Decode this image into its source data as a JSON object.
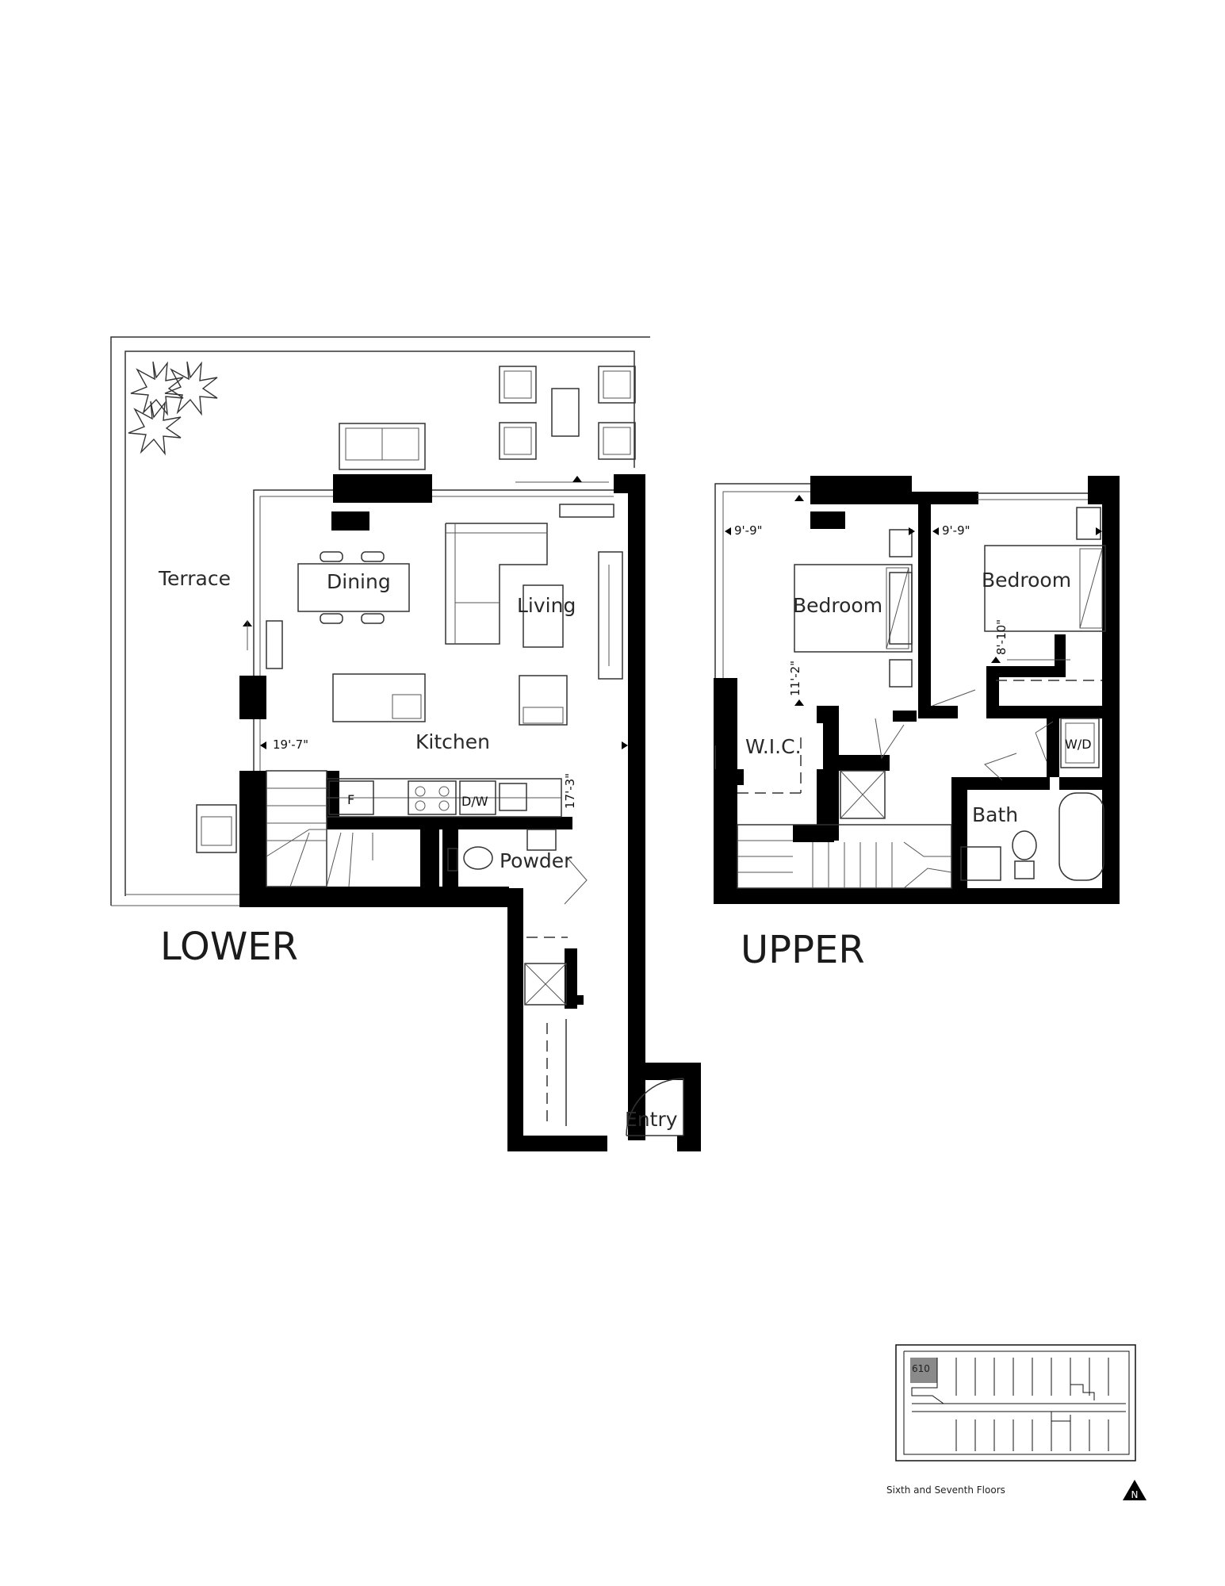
{
  "rooms": {
    "terrace": "Terrace",
    "dining": "Dining",
    "living": "Living",
    "kitchen": "Kitchen",
    "powder": "Powder",
    "entry": "Entry",
    "bedroom_1": "Bedroom",
    "bedroom_2": "Bedroom",
    "wic": "W.I.C.",
    "bath": "Bath"
  },
  "fixtures": {
    "fridge": "F",
    "dishwasher": "D/W",
    "washer_dryer": "W/D"
  },
  "dimensions": {
    "lower_width": "19'-7\"",
    "lower_depth": "17'-3\"",
    "upper_wic_width": "9'-9\"",
    "upper_bedroom_width": "9'-9\"",
    "upper_depth": "11'-2\"",
    "upper_bedroom_depth": "8'-10\""
  },
  "levels": {
    "lower": "LOWER",
    "upper": "UPPER"
  },
  "keyplan": {
    "unit_number": "610",
    "caption": "Sixth and Seventh Floors",
    "north": "N"
  },
  "colors": {
    "wall": "#000000",
    "line": "#333333",
    "keyplan_highlight": "#8a8a8a"
  }
}
